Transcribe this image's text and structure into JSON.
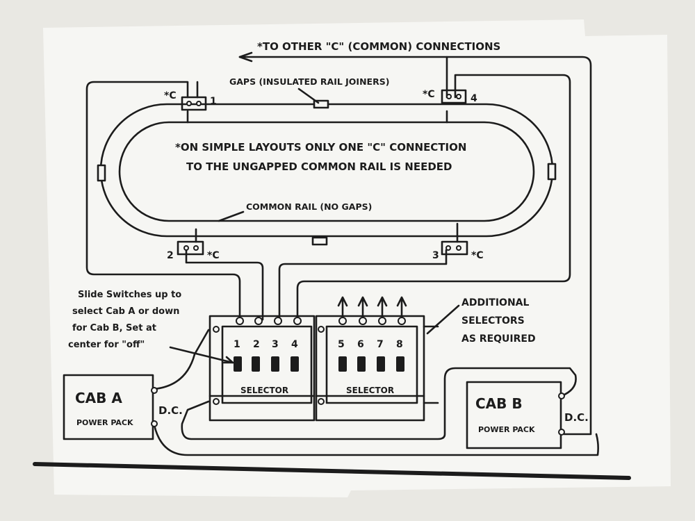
{
  "labels": {
    "to_other": "*TO OTHER \"C\" (COMMON) CONNECTIONS",
    "gaps": "GAPS (INSULATED RAIL JOINERS)",
    "note_line1": "*ON SIMPLE LAYOUTS ONLY ONE \"C\" CONNECTION",
    "note_line2": "TO THE UNGAPPED COMMON RAIL IS NEEDED",
    "common_rail": "COMMON RAIL (NO GAPS)",
    "slide_1": "Slide Switches up to",
    "slide_2": "select Cab A or down",
    "slide_3": "for Cab B, Set at",
    "slide_4": "center for \"off\"",
    "additional_1": "ADDITIONAL",
    "additional_2": "SELECTORS",
    "additional_3": "AS REQUIRED",
    "selector_left": "SELECTOR",
    "selector_right": "SELECTOR",
    "cab_a": "CAB A",
    "cab_b": "CAB B",
    "power_pack_a": "POWER PACK",
    "power_pack_b": "POWER PACK",
    "dc_a": "D.C.",
    "dc_b": "D.C."
  },
  "blocks": [
    {
      "num": "1",
      "c": "*C"
    },
    {
      "num": "4",
      "c": "*C"
    },
    {
      "num": "2",
      "c": "*C"
    },
    {
      "num": "3",
      "c": "*C"
    }
  ],
  "selector_numbers": [
    "1",
    "2",
    "3",
    "4",
    "5",
    "6",
    "7",
    "8"
  ]
}
